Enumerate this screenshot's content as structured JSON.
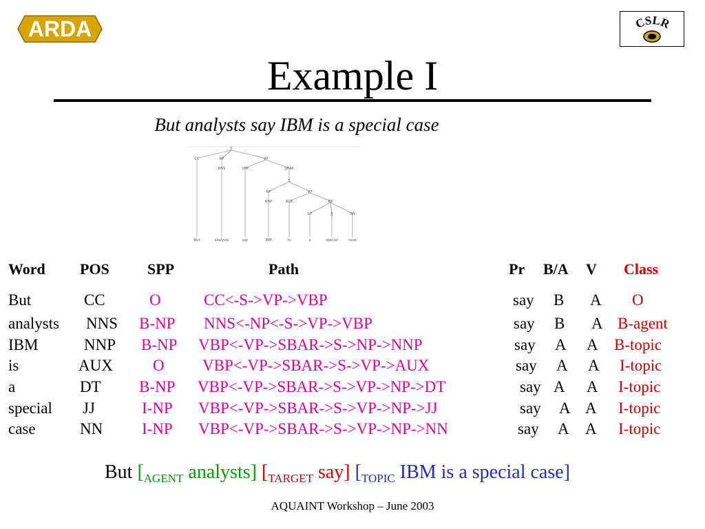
{
  "header": {
    "arda_logo_text": "ARDA",
    "cslr_logo_text": "CSLR",
    "title": "Example I"
  },
  "subtitle": "But analysts say IBM is a special case",
  "table": {
    "headers": {
      "word": "Word",
      "pos": "POS",
      "spp": "SPP",
      "path": "Path",
      "pr": "Pr",
      "ba": "B/A",
      "v": "V",
      "class": "Class"
    },
    "rows": [
      {
        "word": "But",
        "pos": "CC",
        "spp": "O",
        "path": "CC<-S->VP->VBP",
        "pr": "say",
        "ba": "B",
        "v": "A",
        "class": "O"
      },
      {
        "word": "analysts",
        "pos": "NNS",
        "spp": "B-NP",
        "path": "NNS<-NP<-S->VP->VBP",
        "pr": "say",
        "ba": "B",
        "v": "A",
        "class": "B-agent"
      },
      {
        "word": "IBM",
        "pos": "NNP",
        "spp": "B-NP",
        "path": "VBP<-VP->SBAR->S->NP->NNP",
        "pr": "say",
        "ba": "A",
        "v": "A",
        "class": "B-topic"
      },
      {
        "word": "is",
        "pos": "AUX",
        "spp": "O",
        "path": "VBP<-VP->SBAR->S->VP->AUX",
        "pr": "say",
        "ba": "A",
        "v": "A",
        "class": "I-topic"
      },
      {
        "word": "a",
        "pos": "DT",
        "spp": "B-NP",
        "path": "VBP<-VP->SBAR->S->VP->NP->DT",
        "pr": "say",
        "ba": "A",
        "v": "A",
        "class": "I-topic"
      },
      {
        "word": "special",
        "pos": "JJ",
        "spp": "I-NP",
        "path": "VBP<-VP->SBAR->S->VP->NP->JJ",
        "pr": "say",
        "ba": "A",
        "v": "A",
        "class": "I-topic"
      },
      {
        "word": "case",
        "pos": "NN",
        "spp": "I-NP",
        "path": "VBP<-VP->SBAR->S->VP->NP->NN",
        "pr": "say",
        "ba": "A",
        "v": "A",
        "class": "I-topic"
      }
    ]
  },
  "parse_tree": {
    "nodes": [
      "S",
      "CC",
      "NP",
      "VP",
      "NNS",
      "VBP",
      "SBAR",
      "S",
      "NP",
      "VP",
      "NNP",
      "AUX",
      "NP",
      "DT",
      "JJ",
      "NN"
    ],
    "leaves": [
      "But",
      "analysts",
      "say",
      "IBM",
      "is",
      "a",
      "special",
      "case"
    ]
  },
  "bottom_sentence": {
    "lead": "But",
    "agent_label": "AGENT",
    "agent_text": "analysts",
    "target_label": "TARGET",
    "target_text": "say",
    "topic_label": "TOPIC",
    "topic_text": "IBM is a special case"
  },
  "footer": "AQUAINT Workshop – June 2003",
  "colors": {
    "class_header": "#d40000",
    "class_first_row": "#d40000",
    "spp_and_path": "#e0009a",
    "agent": "#00a000",
    "target": "#d40000",
    "topic": "#2030b0",
    "arda_gold": "#d8a400"
  }
}
